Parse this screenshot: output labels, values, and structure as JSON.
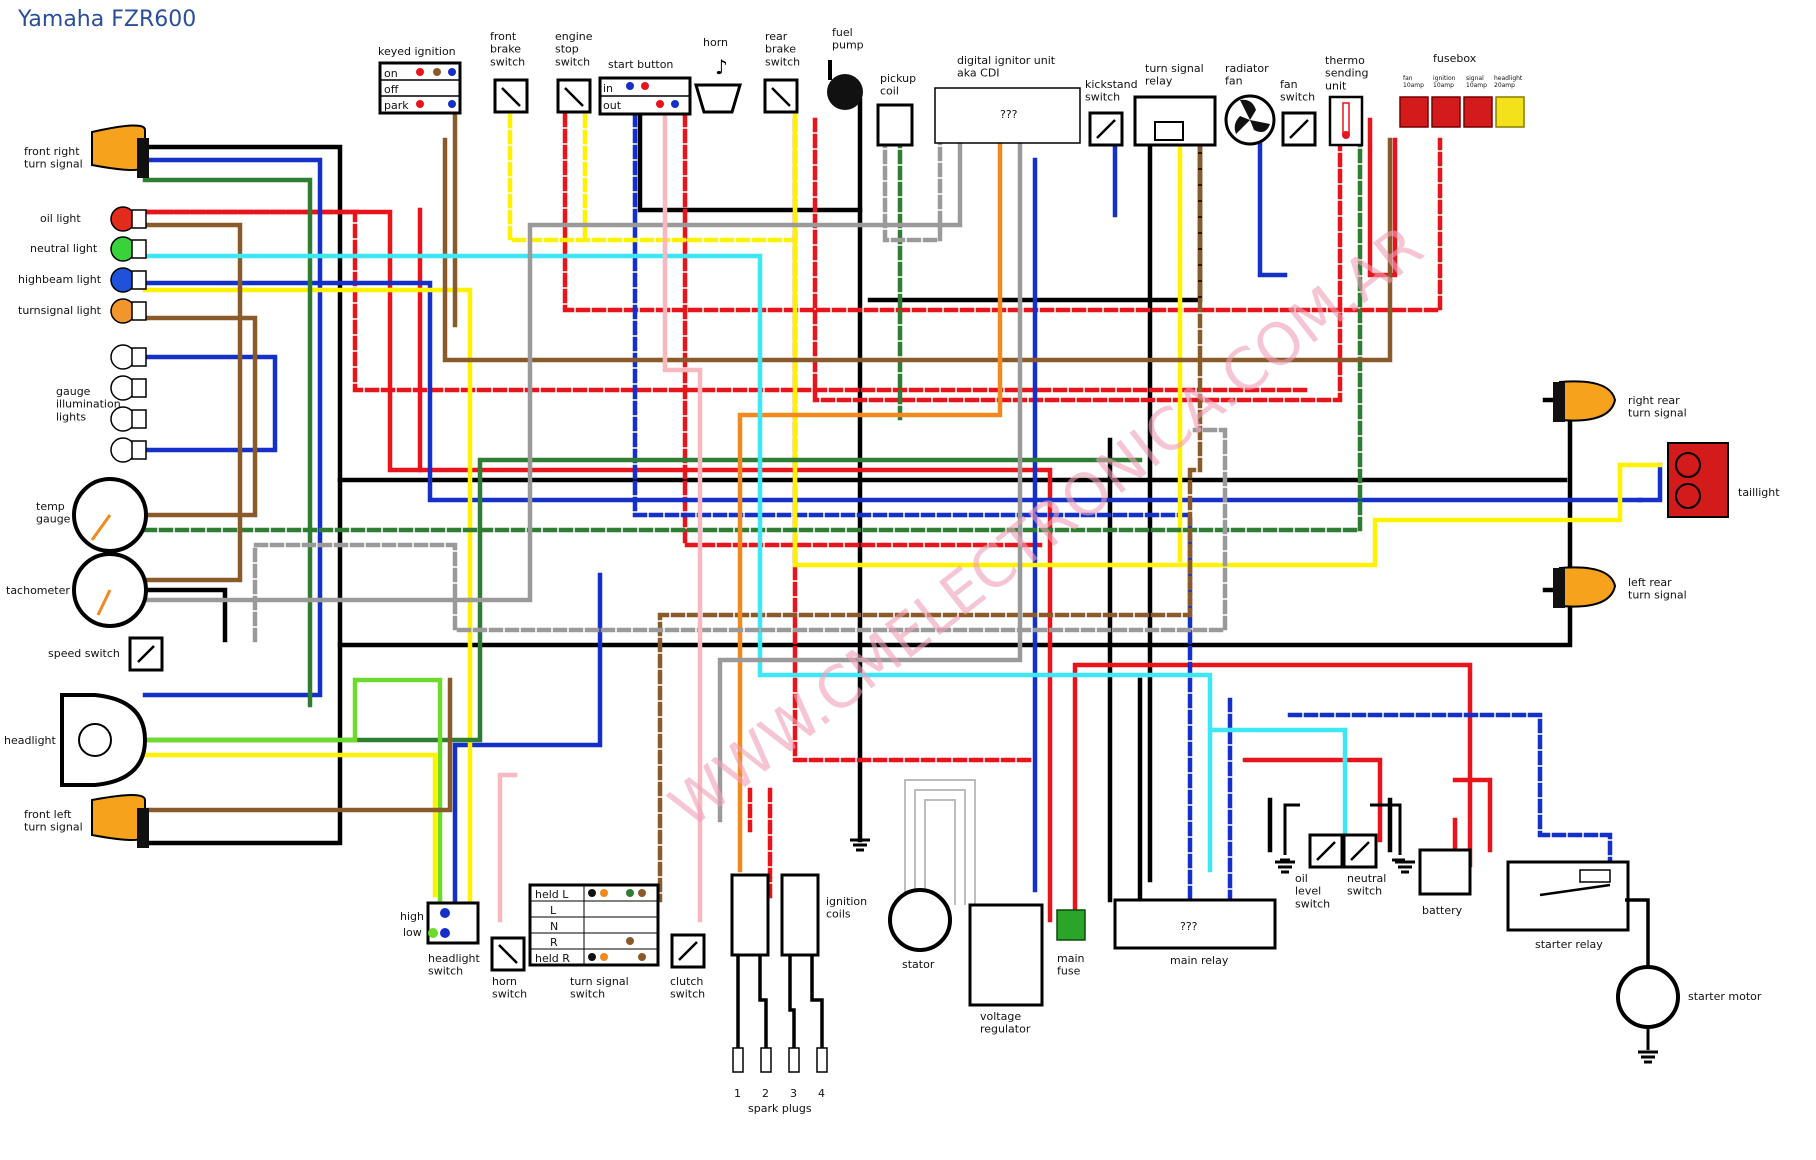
{
  "title": "Yamaha FZR600",
  "watermark": "WWW.CMELECTRONICA.COM.AR",
  "colors": {
    "black": "#000000",
    "red": "#e8141b",
    "blue": "#1530c8",
    "yellow": "#fff200",
    "green": "#2e7d32",
    "brown": "#8a5a2b",
    "orange": "#f08a1e",
    "cyan": "#3ee7f5",
    "gray": "#9a9a9a",
    "pink": "#f7b8c0",
    "lightgreen": "#6ddb2a"
  },
  "components": {
    "front_right_turn": "front right\nturn signal",
    "oil_light": "oil light",
    "neutral_light": "neutral light",
    "highbeam_light": "highbeam light",
    "turnsignal_light": "turnsignal light",
    "gauge_lights": "gauge\nillumination\nlights",
    "temp_gauge": "temp\ngauge",
    "tachometer": "tachometer",
    "speed_switch": "speed switch",
    "headlight": "headlight",
    "front_left_turn": "front left\nturn signal",
    "keyed_ignition": "keyed ignition",
    "ignition_positions": [
      "on",
      "off",
      "park"
    ],
    "front_brake_switch": "front\nbrake\nswitch",
    "engine_stop_switch": "engine\nstop\nswitch",
    "start_button": "start button",
    "start_positions": [
      "in",
      "out"
    ],
    "horn": "horn",
    "rear_brake_switch": "rear\nbrake\nswitch",
    "fuel_pump": "fuel\npump",
    "pickup_coil": "pickup\ncoil",
    "cdi": "digital ignitor unit\naka CDI",
    "cdi_inner": "???",
    "kickstand_switch": "kickstand\nswitch",
    "turn_signal_relay": "turn signal\nrelay",
    "radiator_fan": "radiator\nfan",
    "fan_switch": "fan\nswitch",
    "thermo_unit": "thermo\nsending\nunit",
    "fusebox": "fusebox",
    "fuses": [
      "fan\n10amp",
      "ignition\n10amp",
      "signal\n10amp",
      "headlight\n20amp"
    ],
    "right_rear_turn": "right rear\nturn signal",
    "taillight": "taillight",
    "left_rear_turn": "left rear\nturn signal",
    "headlight_switch": "headlight\nswitch",
    "high_low": [
      "high",
      "low"
    ],
    "horn_switch": "horn\nswitch",
    "turn_signal_switch": "turn signal\nswitch",
    "turn_positions": [
      "held L",
      "L",
      "N",
      "R",
      "held R"
    ],
    "clutch_switch": "clutch\nswitch",
    "ignition_coils": "ignition\ncoils",
    "spark_plugs": "spark plugs",
    "plug_numbers": [
      "1",
      "2",
      "3",
      "4"
    ],
    "stator": "stator",
    "voltage_regulator": "voltage\nregulator",
    "main_fuse": "main\nfuse",
    "main_relay": "main relay",
    "main_relay_inner": "???",
    "oil_level_switch": "oil\nlevel\nswitch",
    "neutral_switch": "neutral\nswitch",
    "battery": "battery",
    "starter_relay": "starter relay",
    "starter_motor": "starter motor"
  }
}
